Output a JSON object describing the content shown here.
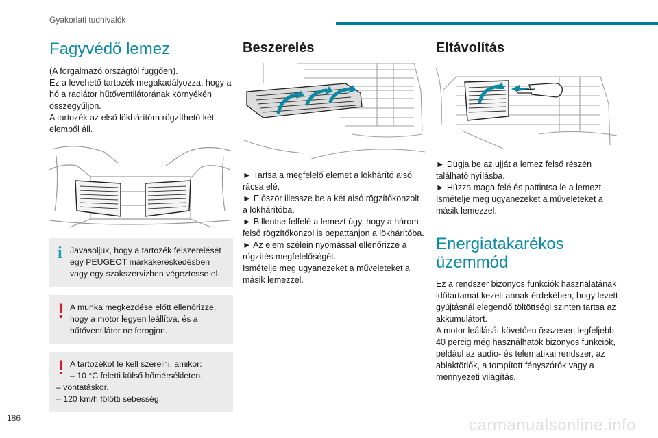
{
  "header": {
    "section": "Gyakorlati tudnivalók",
    "accent": "#007f94"
  },
  "col1": {
    "title": "Fagyvédő lemez",
    "paragraphs": [
      "(A forgalmazó országtól függően).",
      "Ez a levehető tartozék megakadályozza, hogy a hó a radiátor hűtőventilátorának környékén összegyűljön.",
      "A tartozék az első lökhárítóra rögzíthető két elemből áll."
    ],
    "info_note": "Javasoljuk, hogy a tartozék felszerelését egy PEUGEOT márkakereskedésben vagy egy szakszervizben végeztesse el.",
    "warn_note1": "A munka megkezdése előtt ellenőrizze, hogy a motor legyen leállítva, és a hűtőventilátor ne forogjon.",
    "warn_note2": {
      "lead": "A tartozékot le kell szerelni, amikor:",
      "items": [
        "– 10 °C feletti külső hőmérsékleten.",
        "– vontatáskor.",
        "– 120 km/h fölötti sebesség."
      ]
    }
  },
  "col2": {
    "title": "Beszerelés",
    "paragraphs": [
      "► Tartsa a megfelelő elemet a lökhárító alsó rácsa elé.",
      "► Először illessze be a két alsó rögzítőkonzolt a lökhárítóba.",
      "► Billentse felfelé a lemezt úgy, hogy a három felső rögzítőkonzol is bepattanjon a lökhárítóba.",
      "► Az elem szélein nyomással ellenőrizze a rögzítés megfelelőségét.",
      "Ismételje meg ugyanezeket a műveleteket a másik lemezzel."
    ]
  },
  "col3": {
    "title": "Eltávolítás",
    "paragraphs": [
      "► Dugja be az ujját a lemez felső részén található nyílásba.",
      "► Húzza maga felé és pattintsa le a lemezt.",
      "Ismételje meg ugyanezeket a műveleteket a másik lemezzel."
    ],
    "title2": "Energiatakarékos üzemmód",
    "paragraphs2": [
      "Ez a rendszer bizonyos funkciók használatának időtartamát kezeli annak érdekében, hogy levett gyújtásnál elegendő töltöttségi szinten tartsa az akkumulátort.",
      "A motor leállását követően összesen legfeljebb 40 percig még használhatók bizonyos funkciók, például az audio- és telematikai rendszer, az ablaktörlők, a tompított fényszórók vagy a mennyezeti világítás."
    ]
  },
  "footer": {
    "page": "186",
    "watermark": "carmanualsonline.info"
  }
}
